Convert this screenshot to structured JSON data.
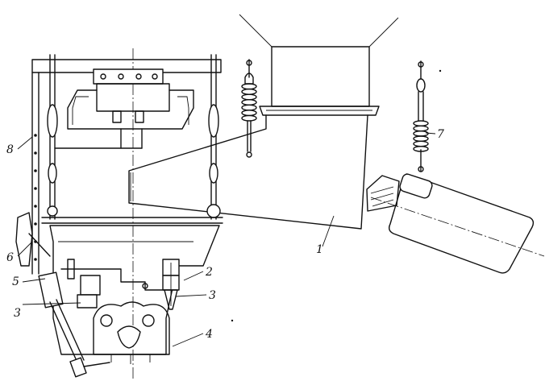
{
  "figure": {
    "callouts": [
      {
        "id": "label-1",
        "text": "1"
      },
      {
        "id": "label-2",
        "text": "2"
      },
      {
        "id": "label-3a",
        "text": "3"
      },
      {
        "id": "label-3b",
        "text": "3"
      },
      {
        "id": "label-4",
        "text": "4"
      },
      {
        "id": "label-5",
        "text": "5"
      },
      {
        "id": "label-6",
        "text": "6"
      },
      {
        "id": "label-7",
        "text": "7"
      },
      {
        "id": "label-8",
        "text": "8"
      }
    ]
  }
}
